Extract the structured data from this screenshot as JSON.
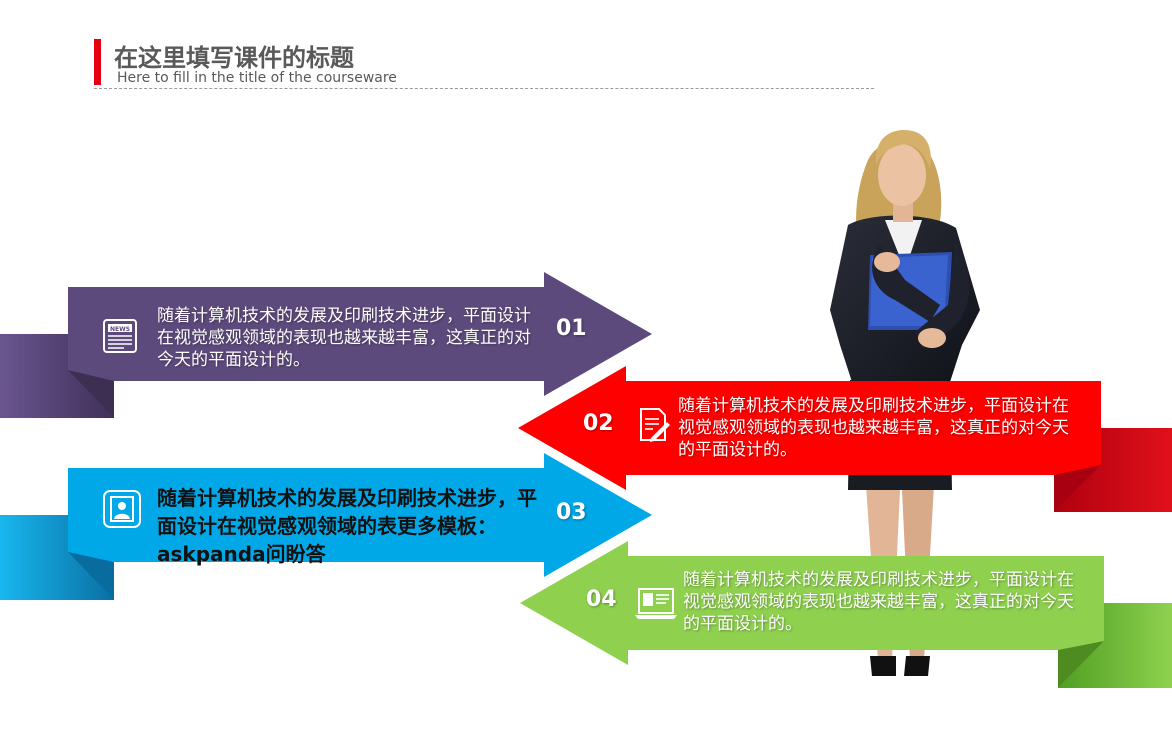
{
  "header": {
    "title": "在这里填写课件的标题",
    "subtitle": "Here to fill in the title of the courseware"
  },
  "colors": {
    "accent": "#e60012",
    "purple": "#5d4a7c",
    "red": "#ff0000",
    "cyan": "#00a8e8",
    "green": "#8fd14f"
  },
  "arrows": [
    {
      "number": "01",
      "text": "随着计算机技术的发展及印刷技术进步，平面设计在视觉感观领域的表现也越来越丰富，这真正的对今天的平面设计的。",
      "icon": "newspaper-icon"
    },
    {
      "number": "02",
      "text": "随着计算机技术的发展及印刷技术进步，平面设计在视觉感观领域的表现也越来越丰富，这真正的对今天的平面设计的。",
      "icon": "document-pen-icon"
    },
    {
      "number": "03",
      "text": "随着计算机技术的发展及印刷技术进步，平面设计在视觉感观领域的表更多模板：askpanda问盼答",
      "icon": "id-photo-icon"
    },
    {
      "number": "04",
      "text": "随着计算机技术的发展及印刷技术进步，平面设计在视觉感观领域的表现也越来越丰富，这真正的对今天的平面设计的。",
      "icon": "laptop-profile-icon"
    }
  ]
}
